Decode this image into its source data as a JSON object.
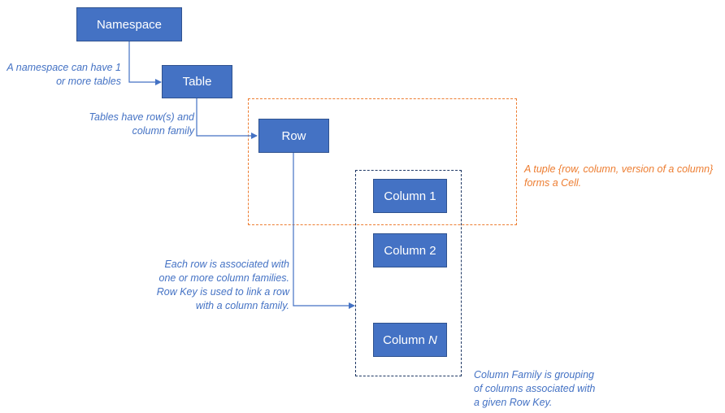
{
  "nodes": {
    "namespace": "Namespace",
    "table": "Table",
    "row": "Row",
    "column1": "Column 1",
    "column2": "Column 2",
    "columnN_prefix": "Column ",
    "columnN_suffix": "N"
  },
  "notes": {
    "namespace_note": [
      "A namespace can have 1",
      "or more tables"
    ],
    "table_note": [
      "Tables have row(s) and",
      "column family"
    ],
    "row_note": [
      "Each row is associated with",
      "one or more column families.",
      "Row Key is used to link a row",
      "with a column family."
    ],
    "cell_note": [
      "A tuple {row, column, version of a column}",
      "forms a Cell."
    ],
    "family_note": [
      "Column Family is grouping",
      "of columns associated with",
      "a given Row Key."
    ]
  },
  "colors": {
    "node_fill": "#4472c4",
    "note_blue": "#4472c4",
    "note_orange": "#ed7d31"
  }
}
